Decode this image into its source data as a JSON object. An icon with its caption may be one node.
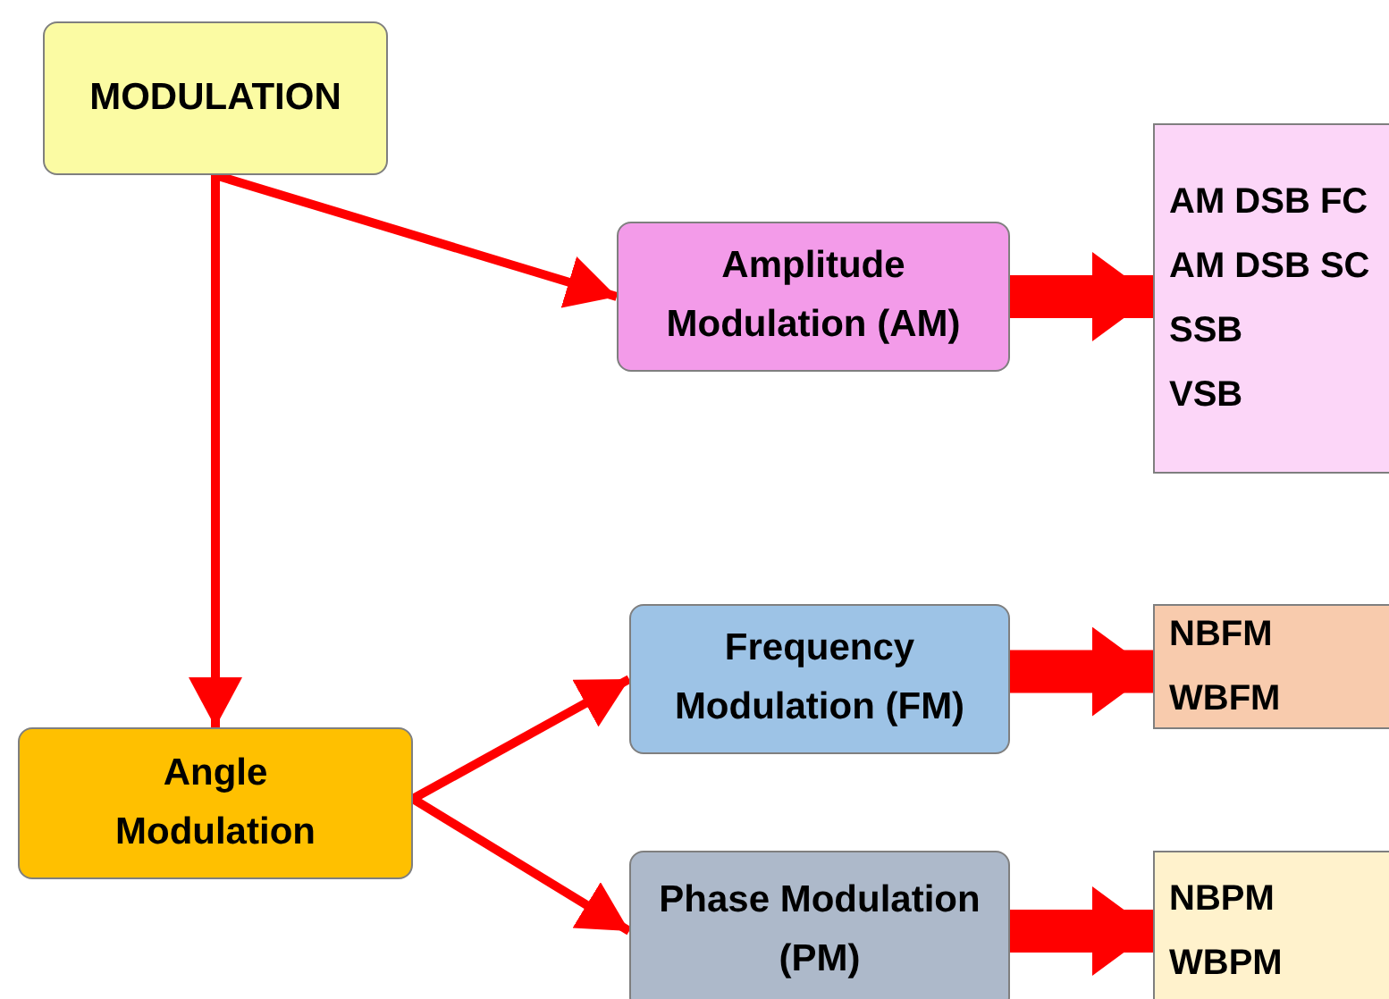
{
  "diagram": {
    "nodes": [
      {
        "text": [
          "MODULATION"
        ]
      },
      {
        "text": [
          "Amplitude Modulation (AM)"
        ]
      },
      {
        "text": [
          "AM DSB FC",
          "AM DSB SC",
          "SSB",
          "VSB"
        ]
      },
      {
        "text": [
          "Angle Modulation"
        ]
      },
      {
        "text": [
          "Frequency Modulation (FM)"
        ]
      },
      {
        "text": [
          "NBFM",
          "WBFM"
        ]
      },
      {
        "text": [
          "Phase Modulation (PM)"
        ]
      },
      {
        "text": [
          "NBPM",
          "WBPM"
        ]
      }
    ],
    "edges": [
      {
        "from": 0,
        "to": 1,
        "arrow": "to"
      },
      {
        "from": 0,
        "to": 3,
        "arrow": "to"
      },
      {
        "from": 1,
        "to": 2,
        "arrow": "to",
        "style": "thick"
      },
      {
        "from": 3,
        "to": 4,
        "arrow": "to"
      },
      {
        "from": 3,
        "to": 6,
        "arrow": "to"
      },
      {
        "from": 4,
        "to": 5,
        "arrow": "to",
        "style": "thick"
      },
      {
        "from": 6,
        "to": 7,
        "arrow": "to",
        "style": "thick"
      }
    ]
  }
}
